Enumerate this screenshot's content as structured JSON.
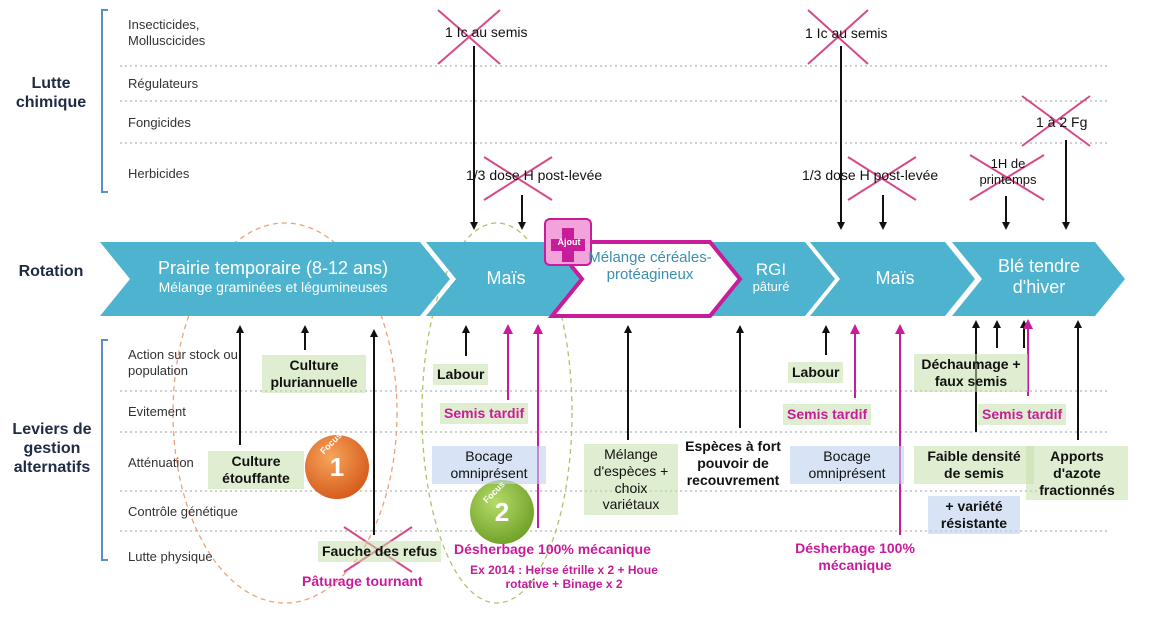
{
  "sections": {
    "chemical": "Lutte chimique",
    "rotation": "Rotation",
    "levers": "Leviers de gestion alternatifs"
  },
  "chemical_categories": {
    "insecticides": "Insecticides, Molluscicides",
    "regulators": "Régulateurs",
    "fungicides": "Fongicides",
    "herbicides": "Herbicides"
  },
  "lever_categories": {
    "stock": "Action sur stock ou population",
    "avoidance": "Evitement",
    "attenuation": "Atténuation",
    "genetic": "Contrôle génétique",
    "physical": "Lutte physique"
  },
  "rotation": {
    "prairie_title": "Prairie temporaire (8-12 ans)",
    "prairie_sub": "Mélange graminées et légumineuses",
    "mais1": "Maïs",
    "melange": "Mélange céréales-protéagineux",
    "rgi_title": "RGI",
    "rgi_sub": "pâturé",
    "mais2": "Maïs",
    "ble": "Blé tendre d'hiver",
    "ajout": "Ajout"
  },
  "chemical_labels": {
    "ic1": "1 Ic au semis",
    "ic2": "1 Ic au semis",
    "h1": "1/3 dose H post-levée",
    "h2": "1/3 dose H post-levée",
    "h3": "1H de printemps",
    "fg": "1 à 2 Fg"
  },
  "levers": {
    "culture_pluri": "Culture pluriannuelle",
    "culture_etouff": "Culture étouffante",
    "fauche": "Fauche des refus",
    "paturage": "Pâturage tournant",
    "focus_label": "Focus",
    "focus1": "1",
    "focus2": "2",
    "labour1": "Labour",
    "semis_tardif1": "Semis tardif",
    "bocage1": "Bocage omniprésent",
    "desherbage1": "Désherbage 100% mécanique",
    "ex2014": "Ex 2014 : Herse étrille x 2 + Houe rotative + Binage x 2",
    "melange_esp": "Mélange d'espèces + choix variétaux",
    "especes": "Espèces à fort pouvoir de recouvrement",
    "labour2": "Labour",
    "semis_tardif2": "Semis tardif",
    "bocage2": "Bocage omniprésent",
    "desherbage2": "Désherbage 100% mécanique",
    "dechaumage": "Déchaumage + faux semis",
    "semis_tardif3": "Semis tardif",
    "faible_densite": "Faible densité de semis",
    "variete": "+ variété résistante",
    "apports": "Apports d'azote fractionnés"
  },
  "colors": {
    "chevron": "#4eb3cf",
    "magenta": "#c81c9a",
    "bracket": "#5b8ec5",
    "cross": "#d64a8a",
    "focus1": "#e8742a",
    "focus2": "#8bbd3c"
  }
}
